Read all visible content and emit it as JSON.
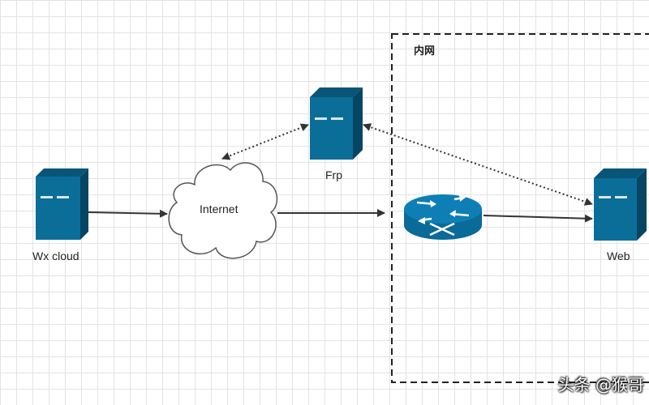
{
  "zone": {
    "title": "内网"
  },
  "nodes": {
    "wx_cloud": {
      "label": "Wx cloud"
    },
    "internet": {
      "label": "Internet"
    },
    "frp": {
      "label": "Frp"
    },
    "router": {
      "label": ""
    },
    "web": {
      "label": "Web"
    }
  },
  "watermark": "头条 @猴哥",
  "colors": {
    "server_blue": "#0b6e99",
    "server_dark": "#085578",
    "router_blue": "#0d7fb5",
    "arrow": "#333333",
    "zone_border": "#222222"
  },
  "icons": {
    "server": "server-icon",
    "router": "router-icon",
    "cloud": "cloud-icon"
  }
}
